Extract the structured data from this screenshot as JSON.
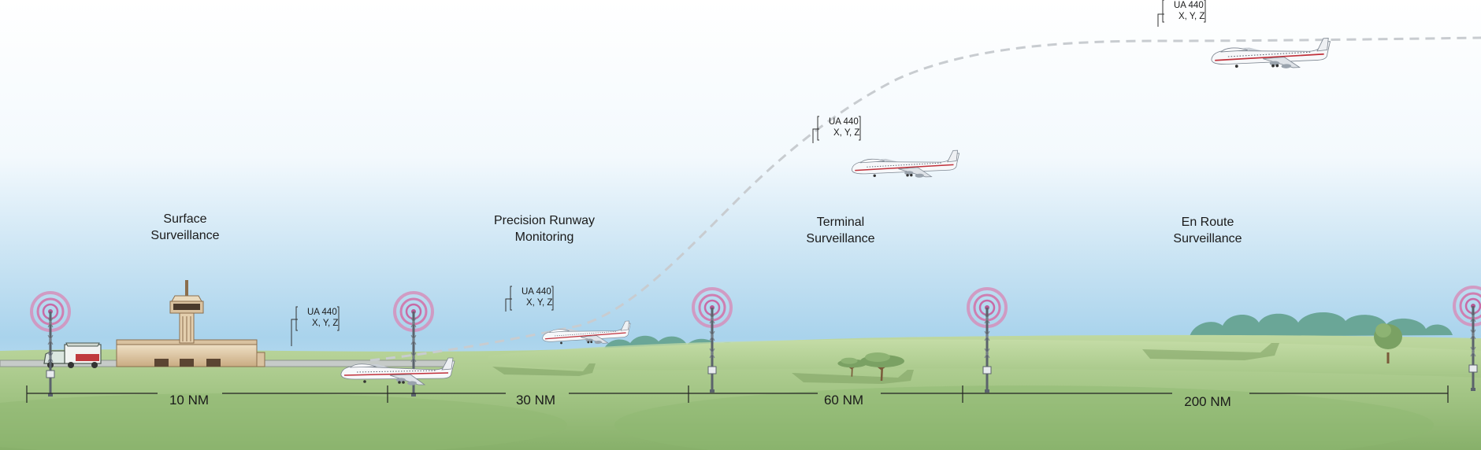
{
  "zones": [
    {
      "line1": "Surface",
      "line2": "Surveillance"
    },
    {
      "line1": "Precision Runway",
      "line2": "Monitoring"
    },
    {
      "line1": "Terminal",
      "line2": "Surveillance"
    },
    {
      "line1": "En Route",
      "line2": "Surveillance"
    }
  ],
  "distances": [
    "10 NM",
    "30 NM",
    "60 NM",
    "200 NM"
  ],
  "aircraft_tag": {
    "callsign": "UA 440",
    "position": "X, Y, Z"
  },
  "colors": {
    "sky_top": "#ffffff",
    "sky_bottom": "#a9d3ec",
    "ground_light": "#b5cf93",
    "ground_dark": "#7ea75c",
    "tree": "#5f9d8a",
    "antenna_ring": "#cf7fb1",
    "flight_path": "#c8ccd0"
  },
  "icons": [
    "antenna-icon",
    "airplane-icon",
    "control-tower-icon",
    "terminal-building-icon",
    "baggage-cart-icon",
    "tree-icon"
  ]
}
